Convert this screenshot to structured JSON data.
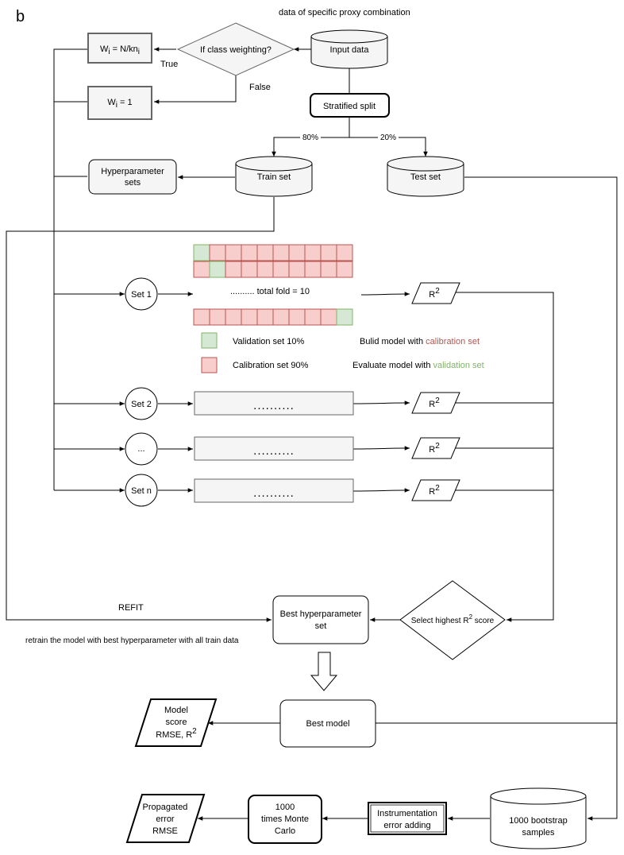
{
  "panel_label": "b",
  "header_note": "data of specific proxy combination",
  "nodes": {
    "input_data": "Input data",
    "class_weighting": "If class weighting?",
    "weight_true": {
      "base": "W",
      "sub": "i",
      "rest": " = N/kn",
      "sub2": "i"
    },
    "weight_false": {
      "base": "W",
      "sub": "i",
      "rest": " = 1"
    },
    "stratified_split": "Stratified split",
    "train_set": "Train set",
    "test_set": "Test set",
    "hyper_sets": [
      "Hyperparameter",
      "sets"
    ],
    "set1": "Set 1",
    "set2": "Set 2",
    "set_dots": "...",
    "setn": "Set n",
    "total_fold": ".......... total fold = 10",
    "dots_box": "..........",
    "r2": {
      "base": "R",
      "sup": "2"
    },
    "best_hyper": [
      "Best hyperparameter",
      "set"
    ],
    "select_highest": {
      "pre": "Select highest R",
      "sup": "2",
      "post": " score"
    },
    "best_model": "Best model",
    "model_score": {
      "l1": "Model",
      "l2": "score",
      "l3": "RMSE, R",
      "sup": "2"
    },
    "bootstrap": [
      "1000 bootstrap",
      "samples"
    ],
    "instrumentation": [
      "Instrumentation",
      "error adding"
    ],
    "monte_carlo": [
      "1000",
      "times Monte",
      "Carlo"
    ],
    "propagated": [
      "Propagated",
      "error",
      "RMSE"
    ]
  },
  "edge_labels": {
    "true": "True",
    "false": "False",
    "split_80": "80%",
    "split_20": "20%",
    "refit": "REFIT",
    "retrain_note": "retrain the model with best hyperparameter with all train data"
  },
  "legend": {
    "validation": "Validation set 10%",
    "calibration": "Calibration set 90%",
    "build_pre": "Bulid model with ",
    "build_hl": "calibration set",
    "eval_pre": "Evaluate model with ",
    "eval_hl": "validation set"
  },
  "colors": {
    "calibration_fill": "#f8cecc",
    "calibration_stroke": "#b85450",
    "validation_fill": "#d5e8d4",
    "validation_stroke": "#82b366",
    "calibration_text": "#b85450",
    "validation_text": "#82b366",
    "box_fill": "#f5f5f5",
    "box_stroke": "#666666"
  }
}
